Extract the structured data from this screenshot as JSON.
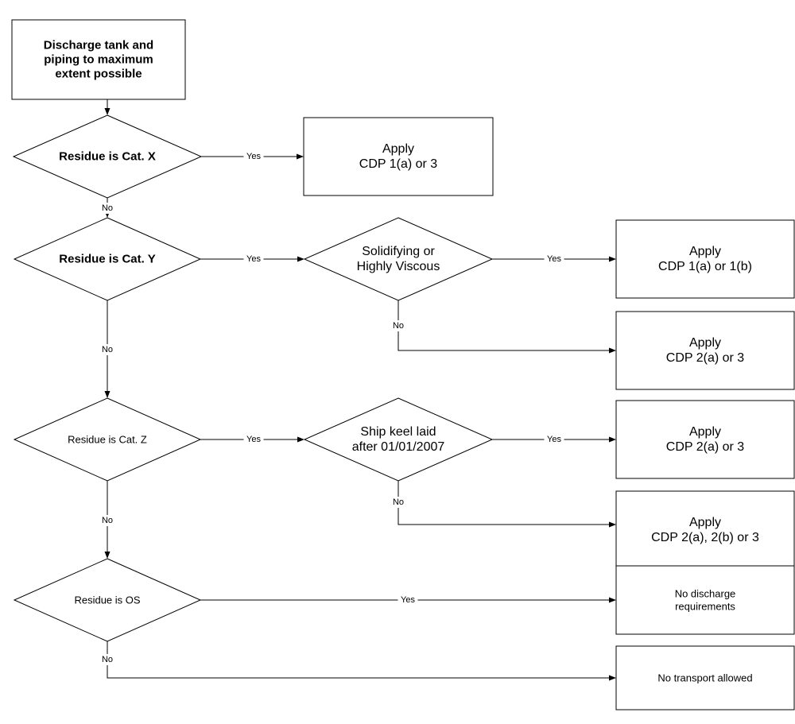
{
  "nodes": [
    {
      "id": "start",
      "type": "process",
      "lines": [
        "Discharge tank and",
        "piping to maximum",
        "extent possible"
      ],
      "bold": true
    },
    {
      "id": "d_x",
      "type": "decision",
      "lines": [
        "Residue is Cat. X"
      ],
      "bold": true
    },
    {
      "id": "p_x",
      "type": "process",
      "lines": [
        "Apply",
        "CDP 1(a) or 3"
      ],
      "bold": false
    },
    {
      "id": "d_y",
      "type": "decision",
      "lines": [
        "Residue is Cat. Y"
      ],
      "bold": true
    },
    {
      "id": "d_visc",
      "type": "decision",
      "lines": [
        "Solidifying or",
        "Highly Viscous"
      ],
      "bold": false
    },
    {
      "id": "p_y1",
      "type": "process",
      "lines": [
        "Apply",
        "CDP 1(a) or 1(b)"
      ],
      "bold": false
    },
    {
      "id": "p_y2",
      "type": "process",
      "lines": [
        "Apply",
        "CDP 2(a) or 3"
      ],
      "bold": false
    },
    {
      "id": "d_z",
      "type": "decision",
      "lines": [
        "Residue is Cat. Z"
      ],
      "bold": false
    },
    {
      "id": "d_keel",
      "type": "decision",
      "lines": [
        "Ship keel laid",
        "after 01/01/2007"
      ],
      "bold": false
    },
    {
      "id": "p_z1",
      "type": "process",
      "lines": [
        "Apply",
        "CDP 2(a) or 3"
      ],
      "bold": false
    },
    {
      "id": "p_z2",
      "type": "process",
      "lines": [
        "Apply",
        "CDP 2(a), 2(b) or 3"
      ],
      "bold": false
    },
    {
      "id": "d_os",
      "type": "decision",
      "lines": [
        "Residue is OS"
      ],
      "bold": false
    },
    {
      "id": "p_os",
      "type": "process",
      "lines": [
        "No discharge",
        "requirements"
      ],
      "bold": false
    },
    {
      "id": "p_none",
      "type": "process",
      "lines": [
        "No transport allowed"
      ],
      "bold": false
    }
  ],
  "edges": [
    {
      "from": "start",
      "to": "d_x",
      "label": ""
    },
    {
      "from": "d_x",
      "to": "p_x",
      "label": "Yes"
    },
    {
      "from": "d_x",
      "to": "d_y",
      "label": "No"
    },
    {
      "from": "d_y",
      "to": "d_visc",
      "label": "Yes"
    },
    {
      "from": "d_visc",
      "to": "p_y1",
      "label": "Yes"
    },
    {
      "from": "d_visc",
      "to": "p_y2",
      "label": "No"
    },
    {
      "from": "d_y",
      "to": "d_z",
      "label": "No"
    },
    {
      "from": "d_z",
      "to": "d_keel",
      "label": "Yes"
    },
    {
      "from": "d_keel",
      "to": "p_z1",
      "label": "Yes"
    },
    {
      "from": "d_keel",
      "to": "p_z2",
      "label": "No"
    },
    {
      "from": "d_z",
      "to": "d_os",
      "label": "No"
    },
    {
      "from": "d_os",
      "to": "p_os",
      "label": "Yes"
    },
    {
      "from": "d_os",
      "to": "p_none",
      "label": "No"
    }
  ]
}
